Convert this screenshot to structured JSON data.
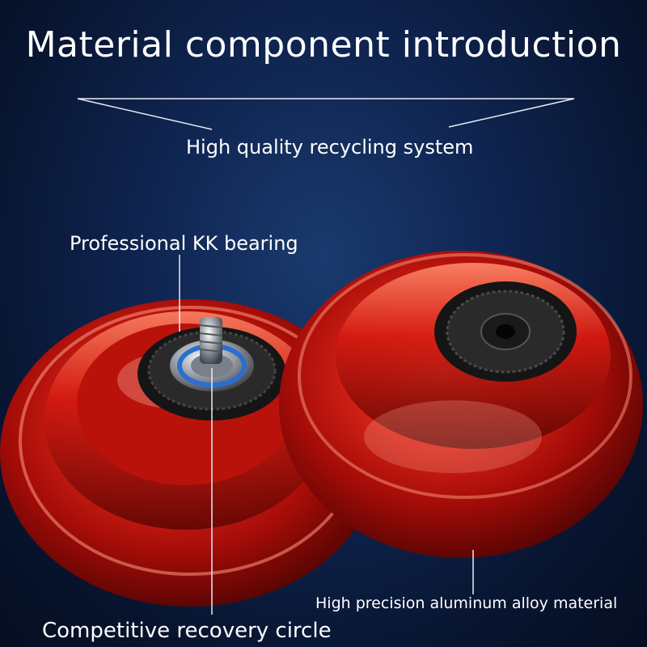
{
  "title": "Material component introduction",
  "labels": {
    "recycling": "High quality recycling system",
    "bearing": "Professional KK bearing",
    "aluminum": "High precision aluminum alloy material",
    "circle": "Competitive recovery circle"
  },
  "colors": {
    "background": "#0f2450",
    "yoyo_red": "#d41a10",
    "text": "#ffffff"
  }
}
